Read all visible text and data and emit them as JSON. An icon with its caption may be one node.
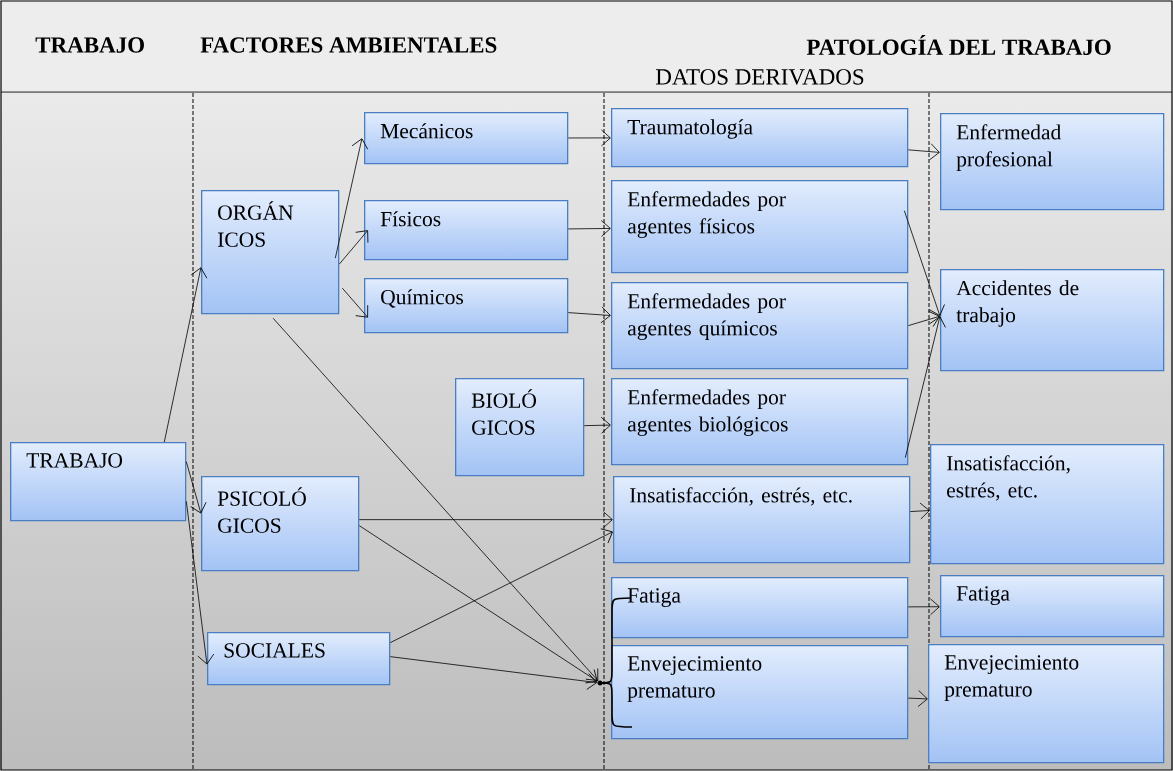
{
  "diagram": {
    "nodes": [
      {
        "text": [
          "TRABAJO"
        ]
      },
      {
        "text": [
          "ORGÁN ICOS"
        ]
      },
      {
        "text": [
          "PSICOLÓ GICOS"
        ]
      },
      {
        "text": [
          "SOCIALES"
        ]
      },
      {
        "text": [
          "Mecánicos"
        ]
      },
      {
        "text": [
          "Físicos"
        ]
      },
      {
        "text": [
          "Químicos"
        ]
      },
      {
        "text": [
          "BIOLÓ GICOS"
        ]
      },
      {
        "text": [
          "Traumatología"
        ]
      },
      {
        "text": [
          "Enfermedades por agentes físicos"
        ]
      },
      {
        "text": [
          "Enfermedades por agentes químicos"
        ]
      },
      {
        "text": [
          "Enfermedades por agentes biológicos"
        ]
      },
      {
        "text": [
          "Insatisfacción, estrés, etc."
        ]
      },
      {
        "text": [
          "Fatiga"
        ]
      },
      {
        "text": [
          "Envejecimiento prematuro"
        ]
      },
      {
        "text": [
          "Enfermedad profesional"
        ]
      },
      {
        "text": [
          "Accidentes de trabajo"
        ]
      },
      {
        "text": [
          "Insatisfacción, estrés, etc."
        ]
      },
      {
        "text": [
          "Fatiga"
        ]
      },
      {
        "text": [
          "Envejecimiento prematuro"
        ]
      },
      {
        "text": [],
        "shape": "dot"
      }
    ],
    "edges": [
      {
        "from": 0,
        "to": 1,
        "arrow": "to"
      },
      {
        "from": 0,
        "to": 2,
        "arrow": "to"
      },
      {
        "from": 0,
        "to": 3,
        "arrow": "to"
      },
      {
        "from": 1,
        "to": 4,
        "arrow": "to"
      },
      {
        "from": 1,
        "to": 5,
        "arrow": "to"
      },
      {
        "from": 1,
        "to": 6,
        "arrow": "to"
      },
      {
        "from": 1,
        "to": 20,
        "arrow": "to"
      },
      {
        "from": 2,
        "to": 12,
        "arrow": "to"
      },
      {
        "from": 2,
        "to": 20,
        "arrow": "to"
      },
      {
        "from": 3,
        "to": 12,
        "arrow": "to"
      },
      {
        "from": 3,
        "to": 20,
        "arrow": "to"
      },
      {
        "from": 20,
        "to": 13,
        "arrow": "none"
      },
      {
        "from": 20,
        "to": 14,
        "arrow": "none"
      },
      {
        "from": 4,
        "to": 8,
        "arrow": "to"
      },
      {
        "from": 5,
        "to": 9,
        "arrow": "to"
      },
      {
        "from": 6,
        "to": 10,
        "arrow": "to"
      },
      {
        "from": 7,
        "to": 11,
        "arrow": "to"
      },
      {
        "from": 8,
        "to": 15,
        "arrow": "to"
      },
      {
        "from": 9,
        "to": 16,
        "arrow": "to"
      },
      {
        "from": 10,
        "to": 16,
        "arrow": "to"
      },
      {
        "from": 11,
        "to": 16,
        "arrow": "to"
      },
      {
        "from": 12,
        "to": 17,
        "arrow": "to"
      },
      {
        "from": 13,
        "to": 18,
        "arrow": "to"
      },
      {
        "from": 14,
        "to": 19,
        "arrow": "to"
      }
    ],
    "labels": [
      "TRABAJO",
      "FACTORES AMBIENTALES",
      "PATOLOGÍA DEL TRABAJO",
      "DATOS DERIVADOS"
    ]
  }
}
